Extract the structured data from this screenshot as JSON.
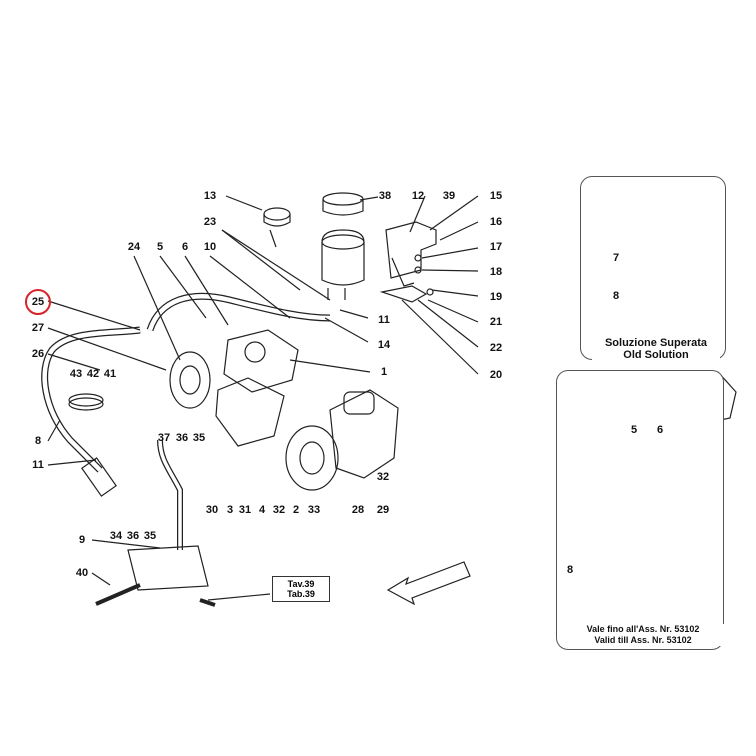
{
  "highlight": {
    "label": "25",
    "color": "#d8232a"
  },
  "callouts": [
    "13",
    "38",
    "12",
    "39",
    "15",
    "23",
    "16",
    "17",
    "18",
    "19",
    "21",
    "22",
    "20",
    "24",
    "5",
    "6",
    "10",
    "11",
    "14",
    "1",
    "27",
    "26",
    "43",
    "42",
    "41",
    "8",
    "11",
    "37",
    "36",
    "35",
    "34",
    "36",
    "35",
    "9",
    "40",
    "30",
    "3",
    "31",
    "4",
    "32",
    "2",
    "33",
    "28",
    "29",
    "32"
  ],
  "inset_top": {
    "label_it": "Soluzione Superata",
    "label_en": "Old Solution",
    "callouts": [
      "7",
      "8"
    ]
  },
  "inset_bottom": {
    "label_it": "Vale fino all'Ass. Nr. 53102",
    "label_en": "Valid till Ass. Nr. 53102",
    "callouts": [
      "5",
      "6",
      "8"
    ]
  },
  "table_ref": {
    "line1": "Tav.39",
    "line2": "Tab.39"
  }
}
